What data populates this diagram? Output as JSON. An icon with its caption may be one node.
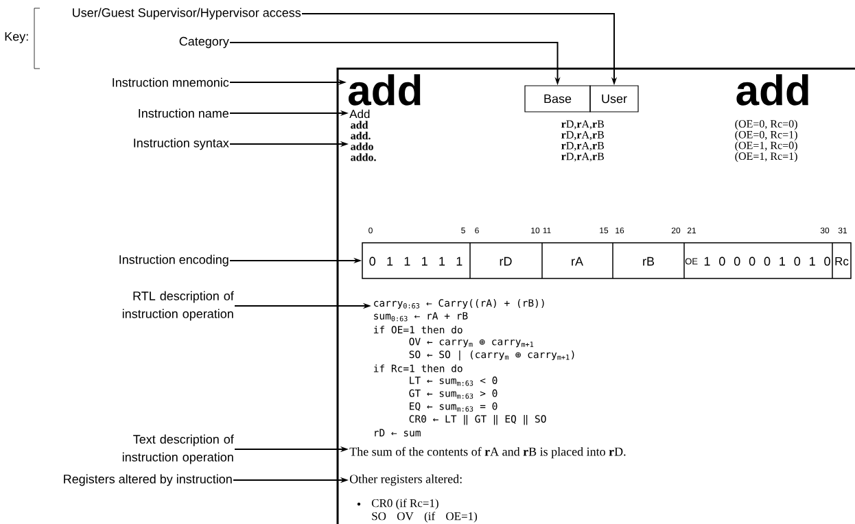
{
  "diagram": {
    "nodes": [
      {
        "text": [
          "User/Guest Supervisor/Hypervisor access"
        ]
      },
      {
        "text": [
          "Category"
        ]
      },
      {
        "text": [
          "Instruction mnemonic"
        ]
      },
      {
        "text": [
          "Instruction name"
        ]
      },
      {
        "text": [
          "Instruction syntax"
        ]
      },
      {
        "text": [
          "Instruction encoding"
        ]
      },
      {
        "text": [
          "RTL description of instruction operation"
        ]
      },
      {
        "text": [
          "Text description of instruction operation"
        ]
      },
      {
        "text": [
          "Registers altered by instruction"
        ]
      },
      {
        "text": [],
        "shape": "box"
      },
      {
        "text": [
          "add"
        ],
        "in": 9
      },
      {
        "text": [
          "Base"
        ],
        "in": 9
      },
      {
        "text": [
          "User"
        ],
        "in": 9
      },
      {
        "text": [
          "Add"
        ],
        "in": 9
      },
      {
        "text": [
          "add",
          "**r**D,**r**A,**r**B",
          "(OE=0, Rc=0)",
          "add.",
          "**r**D,**r**A,**r**B",
          "(OE=0, Rc=1)",
          "addo",
          "**r**D,**r**A,**r**B",
          "(OE=1, Rc=0)",
          "addo.",
          "**r**D,**r**A,**r**B",
          "(OE=1, Rc=1)"
        ],
        "in": 9
      },
      {
        "text": [
          "0 1 1 1 1 1",
          "rD",
          "rA",
          "rB",
          "OE",
          "1 0 0 0 0 1 0 1 0",
          "Rc"
        ],
        "beside": [
          "0",
          "5",
          "6",
          "10",
          "11",
          "15",
          "16",
          "20",
          "21",
          "30",
          "31"
        ],
        "in": 9
      },
      {
        "text": [
          "carry$_{0:63}$ ← Carry((rA) + (rB))",
          "sum$_{0:63}$ ← rA + rB",
          "if OE=1 then do",
          "OV ← carry$_{m}$ ⊕ carry$_{m+1}$",
          "SO ← SO | (carry$_{m}$ ⊕ carry$_{m+1}$)",
          "if Rc=1 then do",
          "LT ← sum$_{m:63}$ < 0",
          "GT ← sum$_{m:63}$ > 0",
          "EQ ← sum$_{m:63}$ = 0",
          "CR0 ← LT ‖ GT ‖ EQ ‖ SO",
          "rD ← sum"
        ],
        "in": 9
      },
      {
        "text": [
          "The sum of the contents of **r**A and **r**B is placed into **r**D."
        ],
        "in": 9
      },
      {
        "text": [
          "Other registers altered:"
        ],
        "in": 9
      }
    ],
    "edges": [
      {
        "from": 0,
        "to": 12,
        "arrow": "to"
      },
      {
        "from": 1,
        "to": 11,
        "arrow": "to"
      },
      {
        "from": 2,
        "to": 10,
        "arrow": "to"
      },
      {
        "from": 3,
        "to": 13,
        "arrow": "to"
      },
      {
        "from": 4,
        "to": 14,
        "arrow": "to"
      },
      {
        "from": 5,
        "to": 15,
        "arrow": "to"
      },
      {
        "from": 6,
        "to": 16,
        "arrow": "to"
      },
      {
        "from": 7,
        "to": 17,
        "arrow": "to"
      },
      {
        "from": 8,
        "to": 18,
        "arrow": "to"
      }
    ],
    "labels": [
      "Key:",
      "add",
      "CR0 (if Rc=1)",
      "SO OV (if OE=1)"
    ]
  }
}
